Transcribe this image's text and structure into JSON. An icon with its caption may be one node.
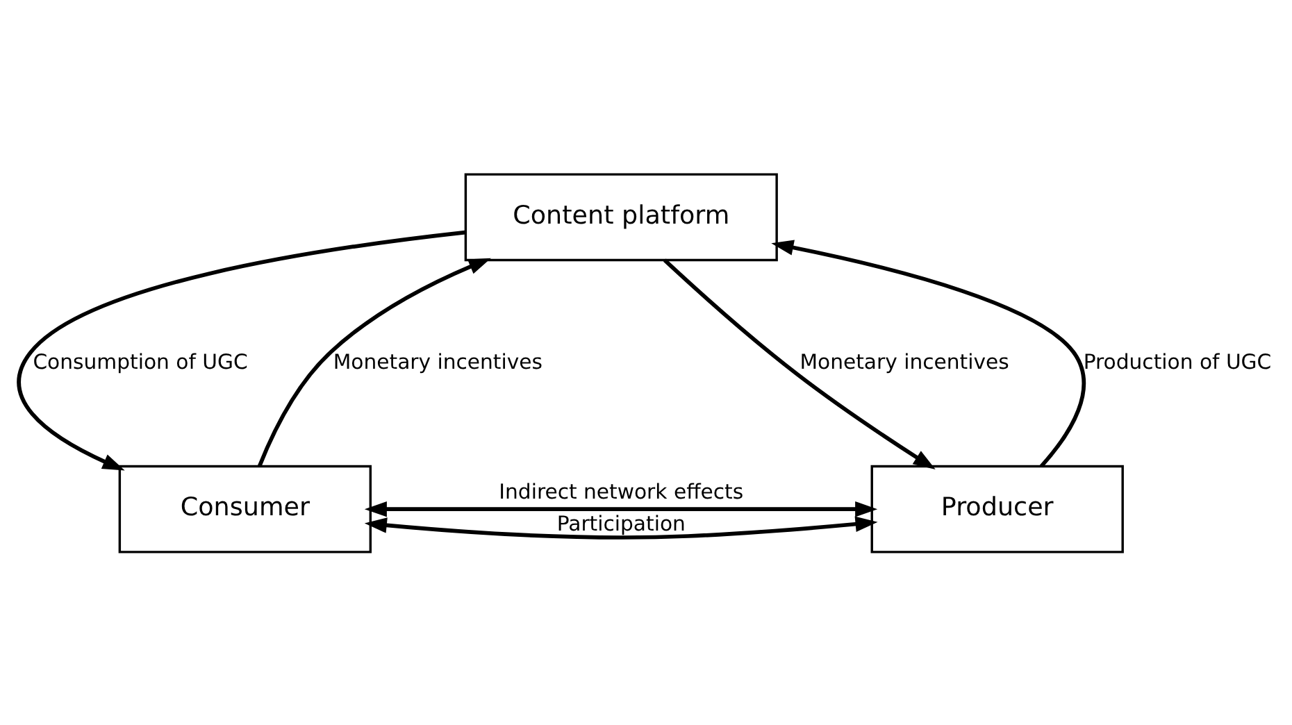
{
  "diagram": {
    "nodes": [
      {
        "text": [
          "Content platform"
        ]
      },
      {
        "text": [
          "Consumer"
        ]
      },
      {
        "text": [
          "Producer"
        ]
      }
    ],
    "edges": [
      {
        "from": 1,
        "to": 0,
        "arrow": "to",
        "label": "Monetary incentives"
      },
      {
        "from": 0,
        "to": 1,
        "arrow": "to",
        "label": "Consumption of UGC"
      },
      {
        "from": 2,
        "to": 0,
        "arrow": "to",
        "label": "Production of UGC"
      },
      {
        "from": 0,
        "to": 2,
        "arrow": "to",
        "label": "Monetary incentives"
      },
      {
        "from": 1,
        "to": 2,
        "arrow": "both",
        "label": "Indirect network effects"
      },
      {
        "from": 1,
        "to": 2,
        "arrow": "both",
        "label": "Participation"
      }
    ]
  }
}
